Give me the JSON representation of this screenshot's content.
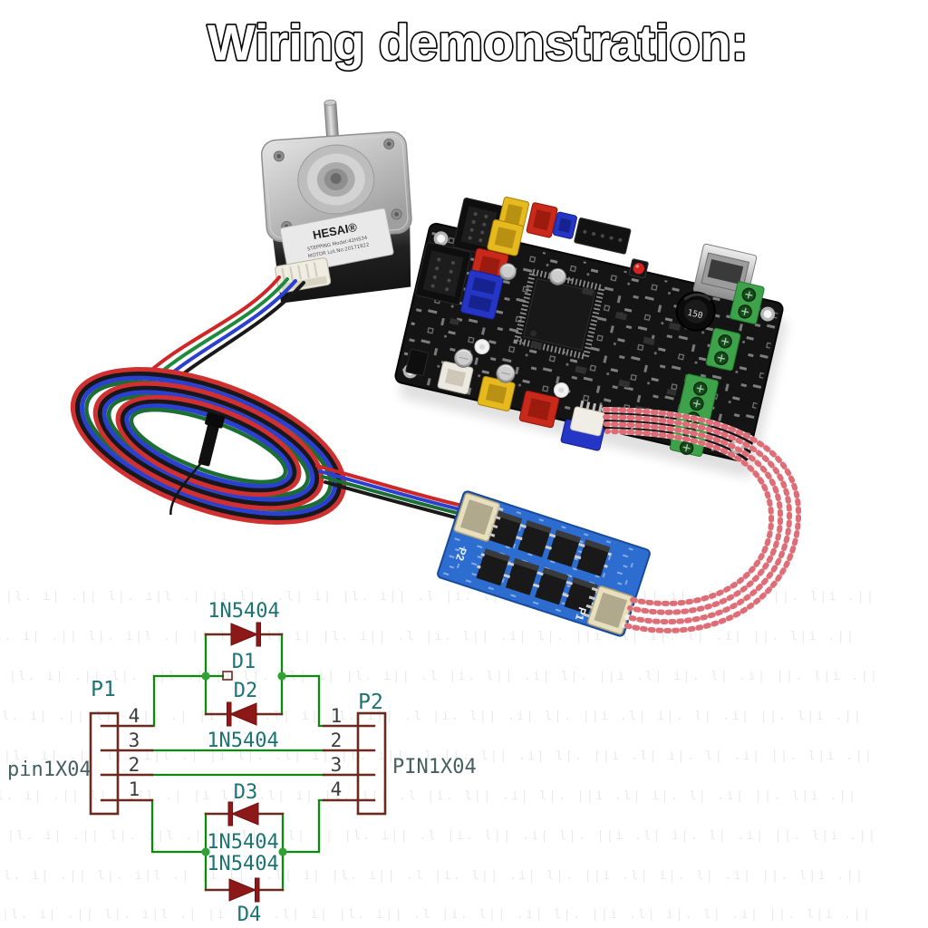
{
  "title": "Wiring demonstration:",
  "background": {
    "watermark_row": "|l. i| .|| l|. i|l .| |i l|. .l| i| |l. i|| .l |i. l|| .i| l|. ||i .l| i|. l| .i| ||. l|i .||"
  },
  "motor": {
    "brand": "HESAI®",
    "label_line1": "STEPPING Model:42HS34",
    "label_line2": "MOTOR Lot.No:20171822"
  },
  "board": {
    "inductor_label": "150"
  },
  "module": {
    "port_left_label": "P2",
    "port_right_label": "P1"
  },
  "schematic": {
    "d1_value": "1N5404",
    "d1_ref": "D1",
    "d2_ref": "D2",
    "d2_value": "1N5404",
    "d3_ref": "D3",
    "d3_value": "1N5404",
    "d4_value": "1N5404",
    "d4_ref": "D4",
    "p1": {
      "name": "P1",
      "part": "pin1X04",
      "pins": [
        "4",
        "3",
        "2",
        "1"
      ]
    },
    "p2": {
      "name": "P2",
      "part": "PIN1X04",
      "pins": [
        "1",
        "2",
        "3",
        "4"
      ]
    }
  },
  "colors": {
    "wire_green": "#0c8a0c",
    "junction_green": "#33a033",
    "symbol_maroon": "#6b2a1f",
    "diode_body_red": "#8c1818",
    "schematic_text_teal": "#1b7373",
    "pin_number_gray": "#3c3c3c",
    "connector_label_slate": "#45605e",
    "module_pcb_blue": "#2e6dd0",
    "board_black": "#141414"
  }
}
